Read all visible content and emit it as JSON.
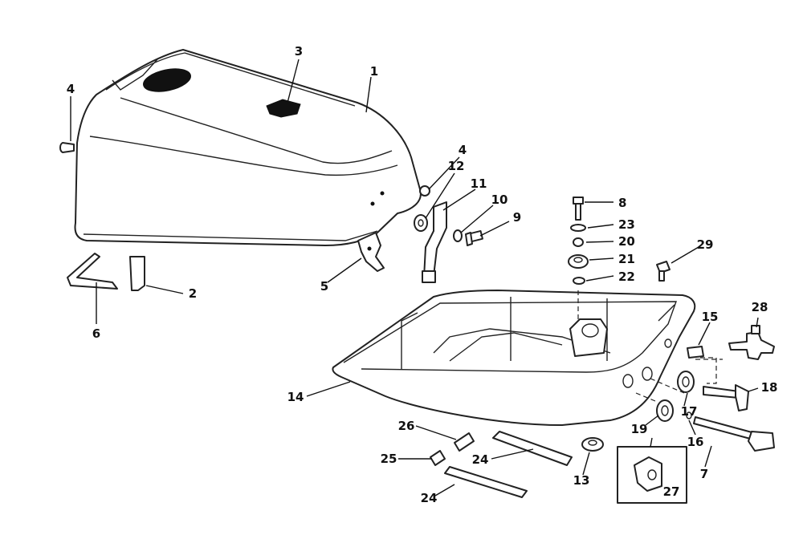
{
  "diagram": {
    "callouts": [
      "1",
      "2",
      "3",
      "4",
      "4",
      "5",
      "6",
      "7",
      "8",
      "9",
      "10",
      "11",
      "12",
      "13",
      "14",
      "15",
      "16",
      "17",
      "18",
      "19",
      "20",
      "21",
      "22",
      "23",
      "24",
      "24",
      "25",
      "26",
      "27",
      "28",
      "29"
    ]
  }
}
